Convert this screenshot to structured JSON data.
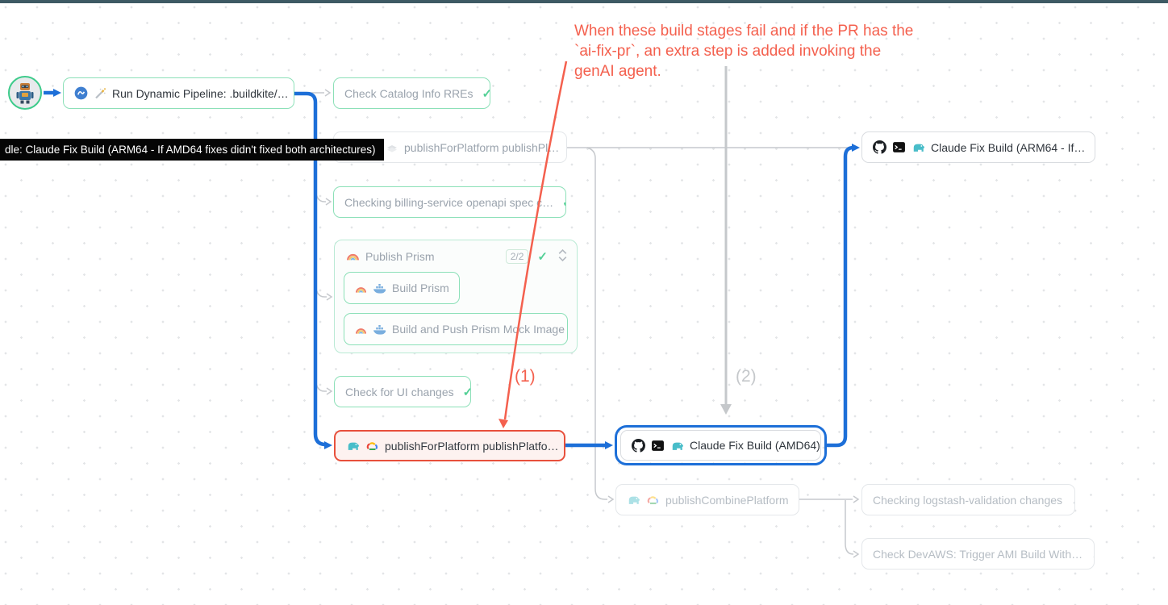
{
  "annotation": {
    "note": "When these build stages fail and if the PR has the\n`ai-fix-pr`, an extra step is added invoking the\ngenAI agent.",
    "label1": "(1)",
    "label2": "(2)"
  },
  "tooltip": {
    "text": "dle: Claude Fix Build (ARM64 - If AMD64 fixes didn't fixed both architectures)"
  },
  "nodes": {
    "run_dynamic": {
      "label": "Run Dynamic Pipeline: .buildkite/…"
    },
    "check_catalog": {
      "label": "Check Catalog Info RREs"
    },
    "publish_for_platform_top": {
      "label": "publishForPlatform publishPl…"
    },
    "billing": {
      "label": "Checking billing-service openapi spec c…"
    },
    "publish_prism_group": {
      "label": "Publish Prism",
      "badge": "2/2"
    },
    "build_prism": {
      "label": "Build Prism"
    },
    "build_push_prism_mock": {
      "label": "Build and Push Prism Mock Image"
    },
    "check_ui": {
      "label": "Check for UI changes"
    },
    "publish_for_platform_failed": {
      "label": "publishForPlatform publishPlatfo…"
    },
    "claude_amd64": {
      "label": "Claude Fix Build (AMD64)"
    },
    "claude_arm64": {
      "label": "Claude Fix Build (ARM64 - If…"
    },
    "publish_combine": {
      "label": "publishCombinePlatform"
    },
    "logstash": {
      "label": "Checking logstash-validation changes"
    },
    "devaws": {
      "label": "Check DevAWS: Trigger AMI Build With…"
    }
  },
  "icons": {
    "check": "✓",
    "fail": "✕"
  },
  "colors": {
    "edge_blue": "#1d6fd8",
    "edge_gray": "#c6c9cd",
    "annotation_red": "#f4604e",
    "node_green_border": "#8ce0b8",
    "failed_red": "#e8503c",
    "check_green": "#53d096",
    "topbar": "#3e5a64"
  }
}
